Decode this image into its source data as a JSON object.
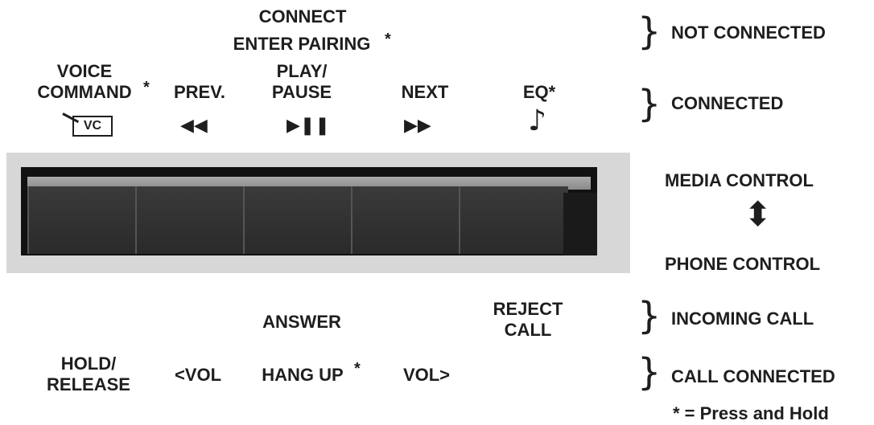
{
  "top": {
    "connect": "CONNECT",
    "enter_pairing": "ENTER PAIRING",
    "voice_line1": "VOICE",
    "voice_line2": "COMMAND",
    "prev": "PREV.",
    "play_line1": "PLAY/",
    "play_line2": "PAUSE",
    "next": "NEXT",
    "eq": "EQ",
    "star": "*",
    "vc_icon_text": "VC"
  },
  "states": {
    "not_connected": "NOT CONNECTED",
    "connected": "CONNECTED",
    "media_control": "MEDIA CONTROL",
    "phone_control": "PHONE CONTROL",
    "incoming_call": "INCOMING CALL",
    "call_connected": "CALL CONNECTED"
  },
  "bottom": {
    "answer": "ANSWER",
    "reject_line1": "REJECT",
    "reject_line2": "CALL",
    "hold_line1": "HOLD/",
    "hold_line2": "RELEASE",
    "vol_down": "<VOL",
    "hang_up": "HANG UP",
    "vol_up": "VOL>"
  },
  "legend": "* = Press and Hold",
  "icons": [
    "voice-command-icon",
    "rewind-icon",
    "play-pause-icon",
    "fast-forward-icon",
    "music-note-icon",
    "up-down-arrow-icon"
  ]
}
